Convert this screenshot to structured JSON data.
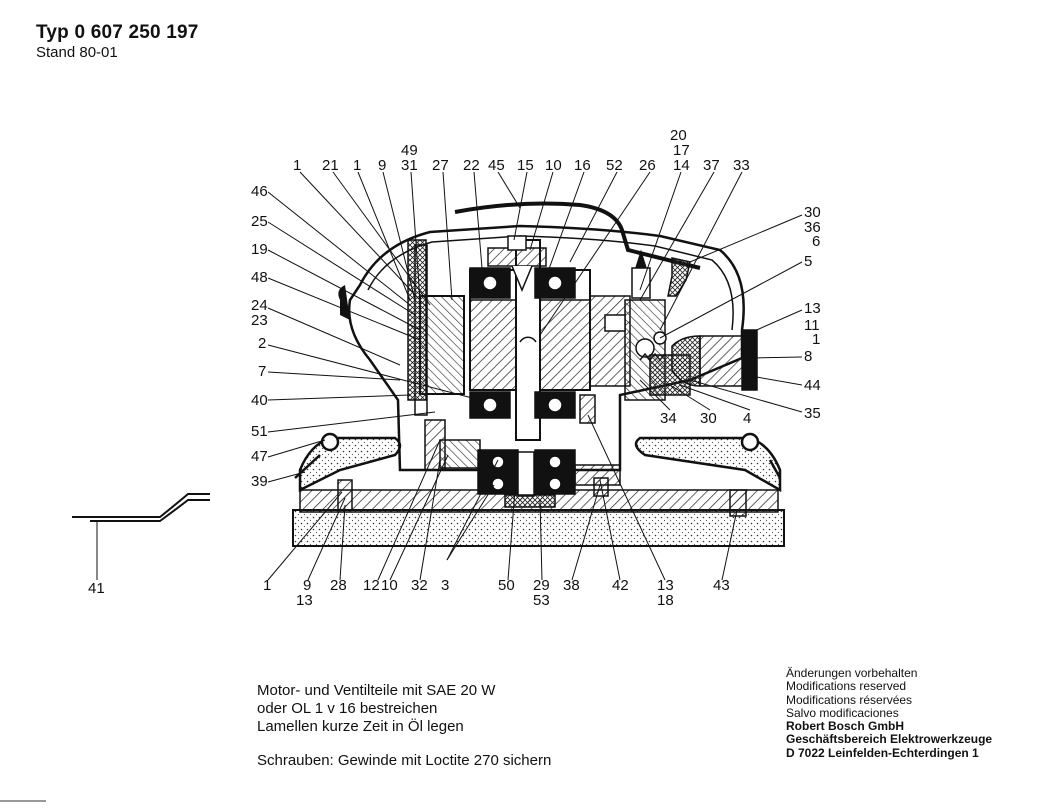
{
  "header": {
    "title": "Typ 0 607 250 197",
    "subtitle": "Stand 80-01"
  },
  "labels": [
    "1",
    "21",
    "1",
    "9",
    "49",
    "31",
    "27",
    "22",
    "45",
    "15",
    "10",
    "16",
    "52",
    "26",
    "20",
    "17",
    "14",
    "37",
    "33",
    "46",
    "25",
    "19",
    "48",
    "24",
    "23",
    "2",
    "7",
    "40",
    "51",
    "47",
    "39",
    "30",
    "36",
    "6",
    "5",
    "13",
    "11",
    "1",
    "8",
    "44",
    "35",
    "34",
    "30",
    "4",
    "41",
    "1",
    "9",
    "13",
    "28",
    "12",
    "10",
    "32",
    "3",
    "50",
    "29",
    "53",
    "38",
    "42",
    "13",
    "18",
    "43"
  ],
  "notes": {
    "line1": "Motor- und Ventilteile mit SAE 20 W",
    "line2": "oder OL 1 v 16 bestreichen",
    "line3": "Lamellen kurze Zeit in Öl legen",
    "line4": "Schrauben: Gewinde mit Loctite 270 sichern"
  },
  "imprint": {
    "line1": "Änderungen vorbehalten",
    "line2": "Modifications reserved",
    "line3": "Modifications réservées",
    "line4": "Salvo modificaciones",
    "line5": "Robert Bosch GmbH",
    "line6": "Geschäftsbereich Elektrowerkzeuge",
    "line7": "D 7022 Leinfelden-Echterdingen 1"
  }
}
